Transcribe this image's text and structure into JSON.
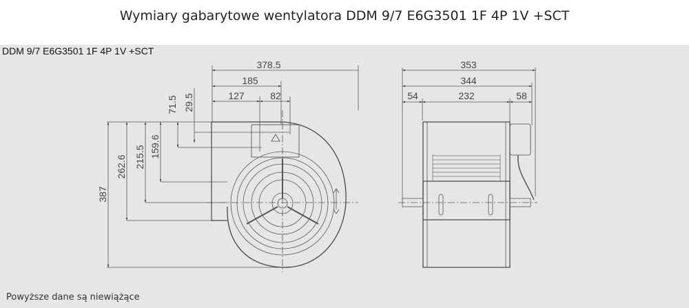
{
  "title": "Wymiary gabarytowe wentylatora DDM 9/7 E6G3501 1F 4P 1V +SCT",
  "model_label": "DDM 9/7 E6G3501 1F 4P 1V +SCT",
  "note": "Powyższe dane są niewiążące",
  "front_view": {
    "horizontal_dims": [
      "378.5",
      "185",
      "127",
      "82"
    ],
    "vertical_dims": [
      "387",
      "262.6",
      "215.5",
      "159.6",
      "71.5",
      "29.5"
    ]
  },
  "side_view": {
    "horizontal_dims": [
      "353",
      "344",
      "54",
      "232",
      "58"
    ]
  }
}
